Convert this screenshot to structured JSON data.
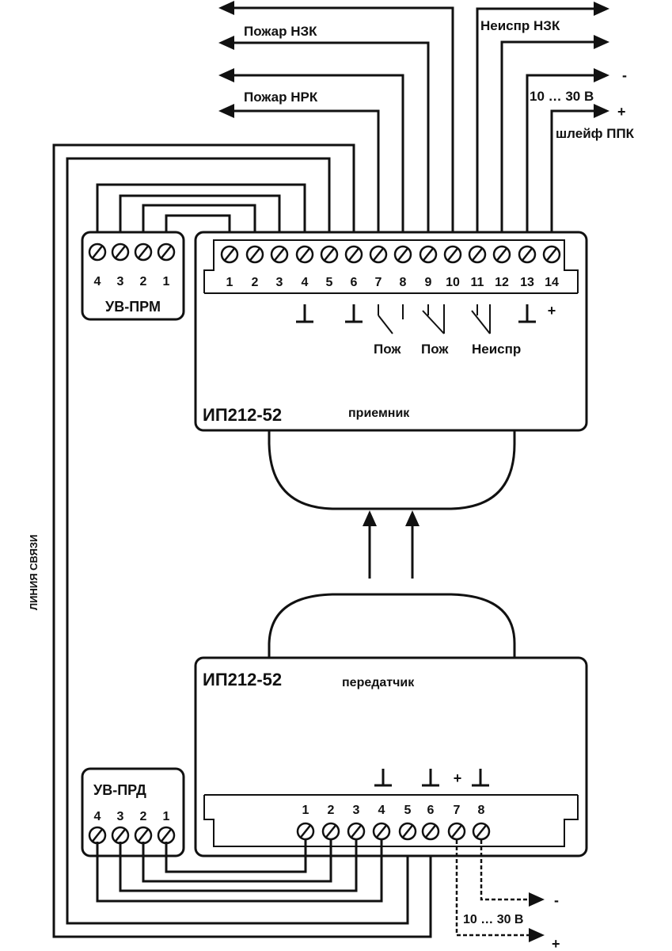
{
  "diagram": {
    "receiver": {
      "model": "ИП212-52",
      "type": "приемник",
      "terminals": [
        "1",
        "2",
        "3",
        "4",
        "5",
        "6",
        "7",
        "8",
        "9",
        "10",
        "11",
        "12",
        "13",
        "14"
      ],
      "symbols": {
        "ground": "⊥",
        "plus": "+"
      },
      "contact_labels": [
        "Пож",
        "Пож",
        "Неиспр"
      ]
    },
    "transmitter": {
      "model": "ИП212-52",
      "type": "передатчик",
      "terminals": [
        "1",
        "2",
        "3",
        "4",
        "5",
        "6",
        "7",
        "8"
      ],
      "plus": "+"
    },
    "uv_prm": {
      "label": "УВ-ПРМ",
      "terminals": [
        "4",
        "3",
        "2",
        "1"
      ]
    },
    "uv_prd": {
      "label": "УВ-ПРД",
      "terminals": [
        "4",
        "3",
        "2",
        "1"
      ]
    },
    "outputs": {
      "fire_nzk": "Пожар НЗК",
      "fire_nrk": "Пожар НРК",
      "fault_nzk": "Неиспр НЗК",
      "supply": "10 … 30 В",
      "minus": "-",
      "plus": "+",
      "loop": "шлейф ППК"
    },
    "tx_supply": {
      "label": "10 … 30 В",
      "minus": "-",
      "plus": "+"
    },
    "link_line": "ЛИНИЯ СВЯЗИ"
  }
}
